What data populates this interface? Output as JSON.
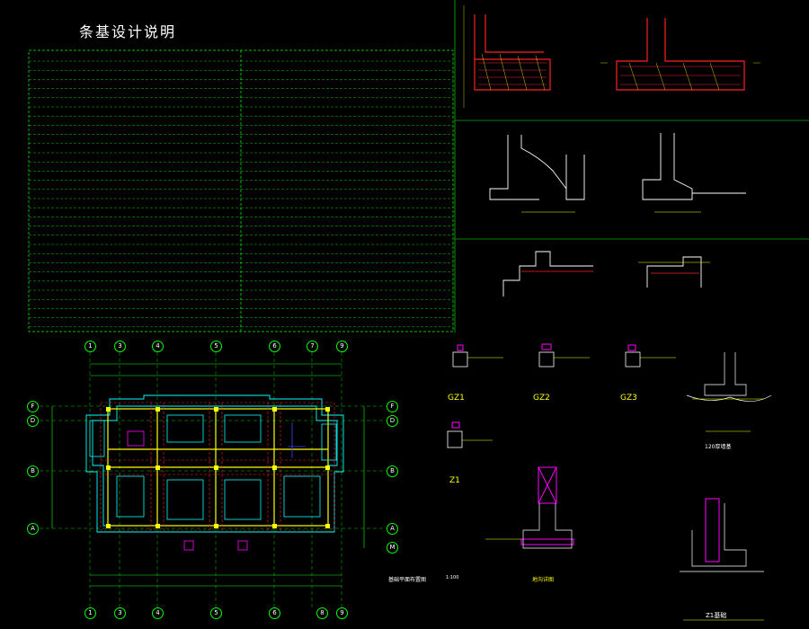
{
  "notes": {
    "title": "条基设计说明"
  },
  "plan": {
    "axis_top": [
      "1",
      "3",
      "4",
      "5",
      "6",
      "7",
      "9"
    ],
    "axis_bottom": [
      "1",
      "3",
      "4",
      "5",
      "6",
      "8",
      "9"
    ],
    "axis_left": [
      "F",
      "D",
      "B",
      "A"
    ],
    "axis_right": [
      "F",
      "D",
      "B",
      "A",
      "M"
    ],
    "title": "基础平面布置图",
    "scale": "1:100"
  },
  "columns": {
    "labels": [
      "GZ1",
      "GZ2",
      "GZ3",
      "Z1"
    ]
  },
  "details": {
    "detail_120": "120厚墙基",
    "z1": "Z1基础",
    "ditch": "地沟详图"
  },
  "colors": {
    "green": "#00ff00",
    "yellow": "#ffff00",
    "red": "#ff2020",
    "cyan": "#00ffff",
    "magenta": "#ff00ff",
    "white": "#ffffff",
    "blue": "#4040ff"
  }
}
